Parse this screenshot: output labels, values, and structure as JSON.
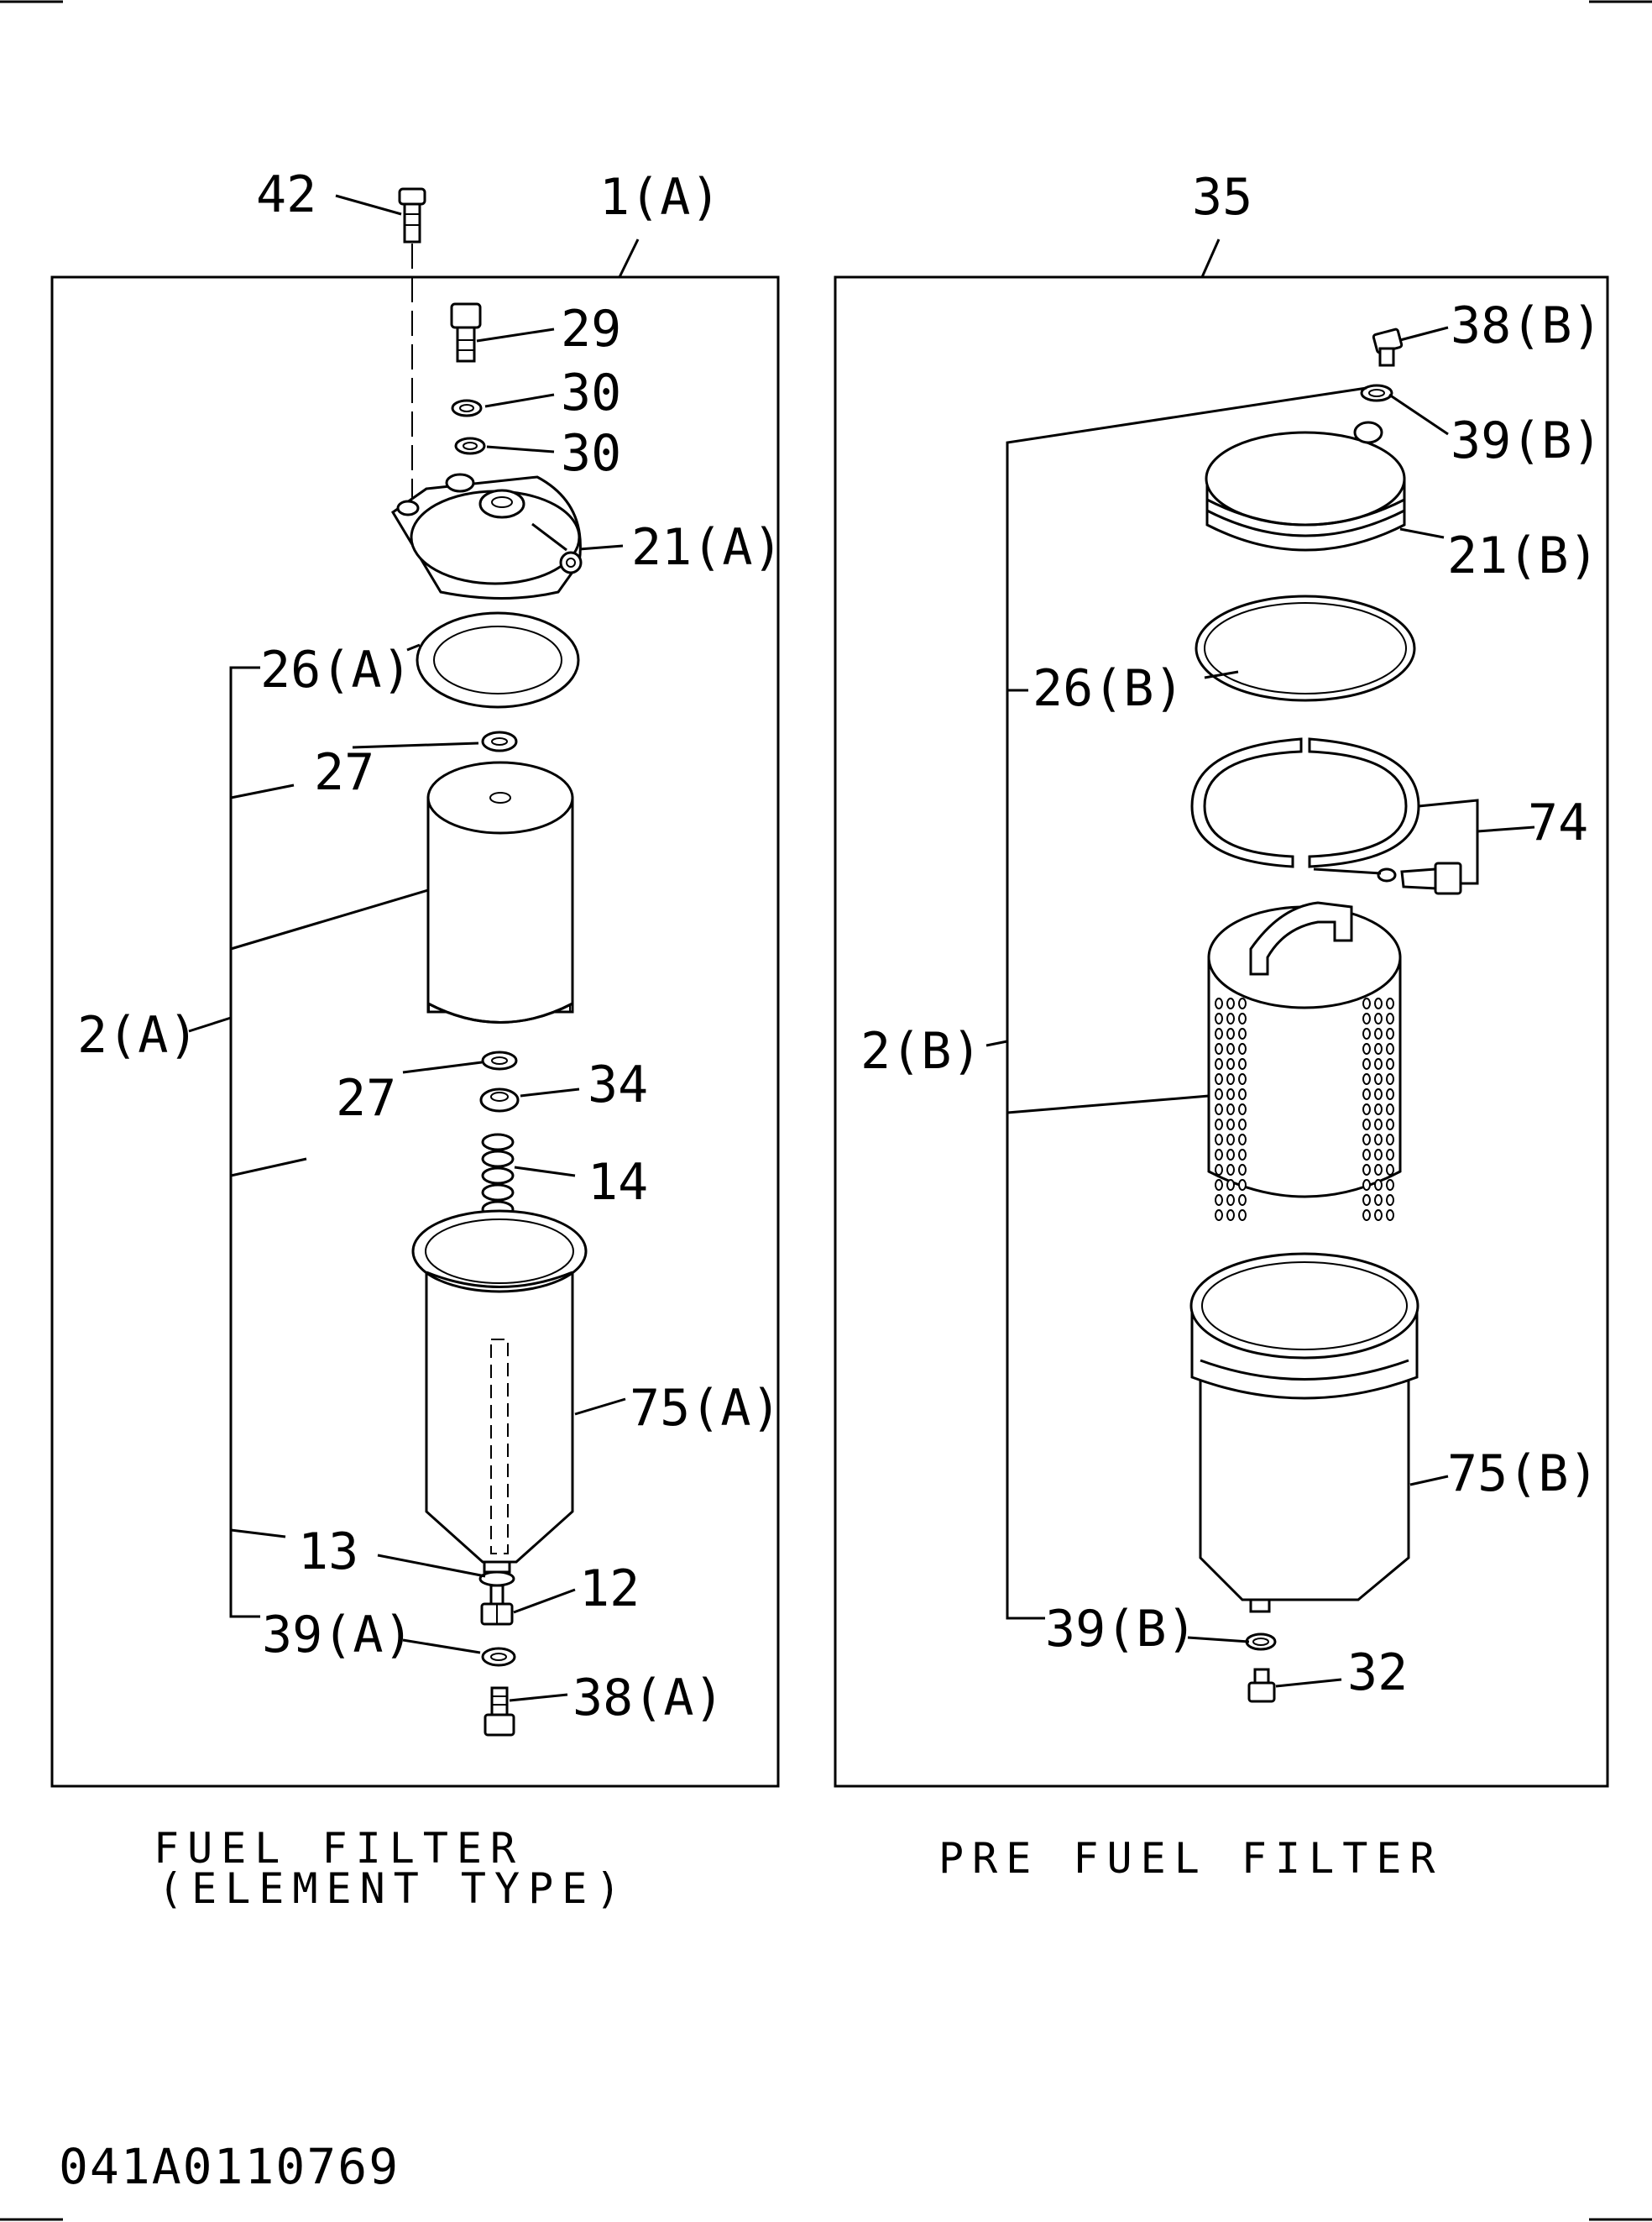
{
  "fuel_filter": {
    "caption_line1": "FUEL FILTER",
    "caption_line2": "(ELEMENT TYPE)",
    "callouts": {
      "p42": "42",
      "p1a": "1(A)",
      "p29": "29",
      "p30a": "30",
      "p30b": "30",
      "p21a": "21(A)",
      "p26a": "26(A)",
      "p27a": "27",
      "p2a": "2(A)",
      "p27b": "27",
      "p34": "34",
      "p14": "14",
      "p75a": "75(A)",
      "p13": "13",
      "p12": "12",
      "p39a": "39(A)",
      "p38a": "38(A)"
    }
  },
  "pre_fuel_filter": {
    "caption": "PRE FUEL FILTER",
    "callouts": {
      "p35": "35",
      "p38b": "38(B)",
      "p39b_top": "39(B)",
      "p21b": "21(B)",
      "p26b": "26(B)",
      "p74": "74",
      "p2b": "2(B)",
      "p75b": "75(B)",
      "p39b_bottom": "39(B)",
      "p32": "32"
    }
  },
  "drawing_code": "041A0110769"
}
